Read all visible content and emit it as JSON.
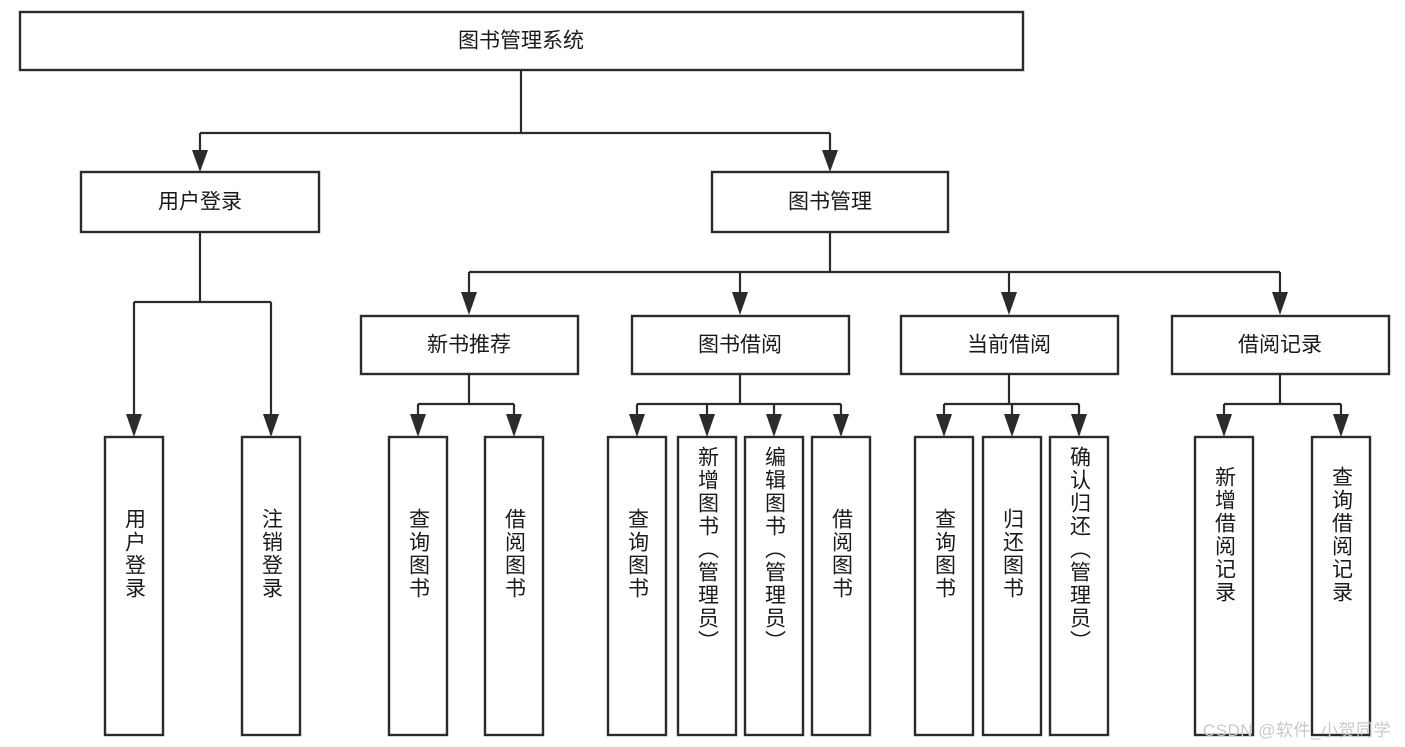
{
  "diagram": {
    "title_node": {
      "label": "图书管理系统"
    },
    "level2": [
      {
        "id": "user-login",
        "label": "用户登录"
      },
      {
        "id": "book-management",
        "label": "图书管理"
      }
    ],
    "level3": [
      {
        "id": "new-book-recommend",
        "label": "新书推荐"
      },
      {
        "id": "book-borrow",
        "label": "图书借阅"
      },
      {
        "id": "current-borrow",
        "label": "当前借阅"
      },
      {
        "id": "borrow-record",
        "label": "借阅记录"
      }
    ],
    "leaves": {
      "user_login": [
        {
          "id": "leaf-user-login",
          "label": "用户登录"
        },
        {
          "id": "leaf-logout-login",
          "label": "注销登录"
        }
      ],
      "new_book_recommend": [
        {
          "id": "leaf-query-book-1",
          "label": "查询图书"
        },
        {
          "id": "leaf-borrow-book-1",
          "label": "借阅图书"
        }
      ],
      "book_borrow": [
        {
          "id": "leaf-query-book-2",
          "label": "查询图书"
        },
        {
          "id": "leaf-add-book",
          "label": "新增图书（管理员）"
        },
        {
          "id": "leaf-edit-book",
          "label": "编辑图书（管理员）"
        },
        {
          "id": "leaf-borrow-book-2",
          "label": "借阅图书"
        }
      ],
      "current_borrow": [
        {
          "id": "leaf-query-book-3",
          "label": "查询图书"
        },
        {
          "id": "leaf-return-book",
          "label": "归还图书"
        },
        {
          "id": "leaf-confirm-return",
          "label": "确认归还（管理员）"
        }
      ],
      "borrow_record": [
        {
          "id": "leaf-add-record",
          "label": "新增借阅记录"
        },
        {
          "id": "leaf-query-record",
          "label": "查询借阅记录"
        }
      ]
    }
  },
  "watermark": {
    "text": "CSDN @软件_小贺同学"
  },
  "colors": {
    "stroke": "#2b2b2b",
    "node_fill": "#ffffff",
    "text": "#1a1a1a",
    "watermark": "#c9c9c9",
    "background": "#ffffff"
  }
}
